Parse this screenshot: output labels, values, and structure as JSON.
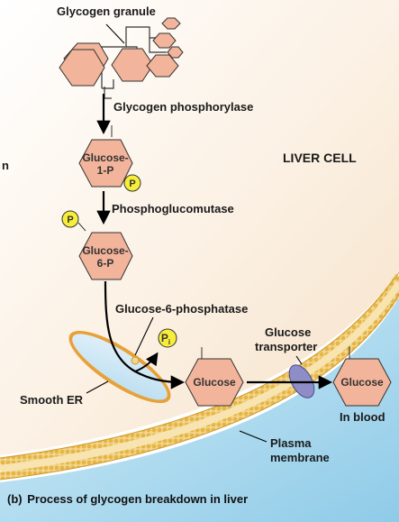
{
  "labels": {
    "glycogen_granule": "Glycogen granule",
    "glycogen_phosphorylase": "Glycogen phosphorylase",
    "liver_cell": "LIVER CELL",
    "phosphoglucomutase": "Phosphoglucomutase",
    "glucose_6_phosphatase": "Glucose-6-phosphatase",
    "glucose_transporter_line1": "Glucose",
    "glucose_transporter_line2": "transporter",
    "smooth_er": "Smooth ER",
    "in_blood": "In blood",
    "plasma_membrane_line1": "Plasma",
    "plasma_membrane_line2": "membrane",
    "left_edge_fragment": "n"
  },
  "molecules": {
    "g1p_line1": "Glucose-",
    "g1p_line2": "1-P",
    "g6p_line1": "Glucose-",
    "g6p_line2": "6-P",
    "glucose_cell": "Glucose",
    "glucose_blood": "Glucose"
  },
  "phosphates": {
    "p": "P",
    "pi_main": "P",
    "pi_sub": "i"
  },
  "caption": {
    "letter": "(b)",
    "text": "Process of glycogen breakdown in liver"
  },
  "colors": {
    "hexagon_fill": "#f2b49a",
    "hexagon_stroke": "#333333",
    "phosphate_fill": "#f7ee3a",
    "er_fill": "#c9e4f3",
    "er_border": "#e9a23b",
    "blood": "#9fd3ec",
    "cell_interior": "#f8e9d6",
    "membrane_head": "#e8bf5a",
    "transporter": "#8e8dc7"
  }
}
